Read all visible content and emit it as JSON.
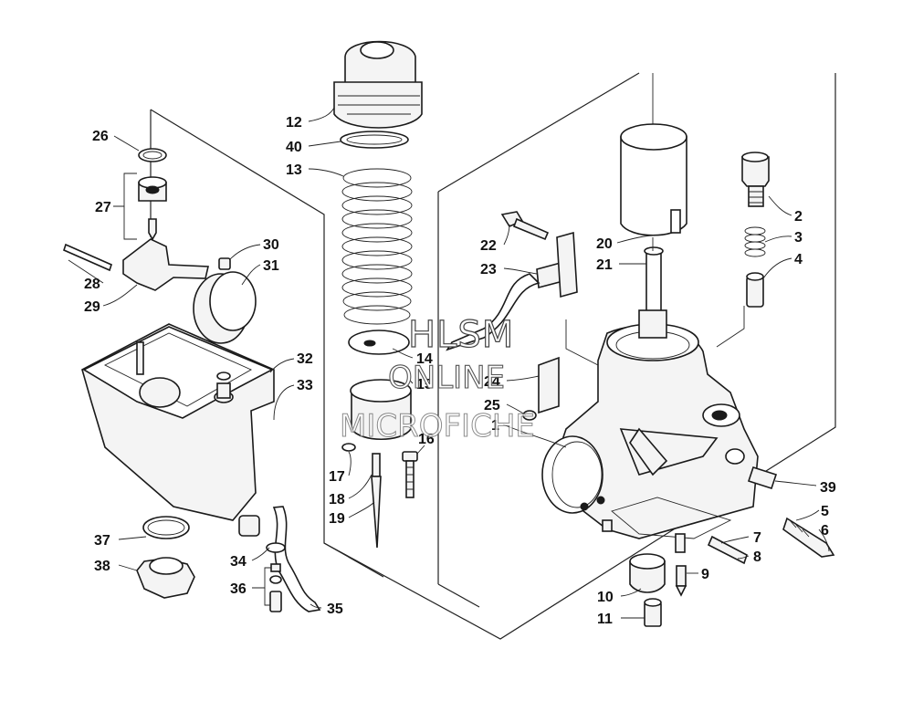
{
  "watermark": {
    "line1": "HLSM",
    "line2": "ONLINE",
    "line3": "MICROFICHE"
  },
  "callouts": {
    "c1": "1",
    "c2": "2",
    "c3": "3",
    "c4": "4",
    "c5": "5",
    "c6": "6",
    "c7": "7",
    "c8": "8",
    "c9": "9",
    "c10": "10",
    "c11": "11",
    "c12": "12",
    "c13": "13",
    "c14": "14",
    "c15": "15",
    "c16": "16",
    "c17": "17",
    "c18": "18",
    "c19": "19",
    "c20": "20",
    "c21": "21",
    "c22": "22",
    "c23": "23",
    "c24": "24",
    "c25": "25",
    "c26": "26",
    "c27": "27",
    "c28": "28",
    "c29": "29",
    "c30": "30",
    "c31": "31",
    "c32": "32",
    "c33": "33",
    "c34": "34",
    "c35": "35",
    "c36": "36",
    "c37": "37",
    "c38": "38",
    "c39": "39",
    "c40": "40"
  }
}
